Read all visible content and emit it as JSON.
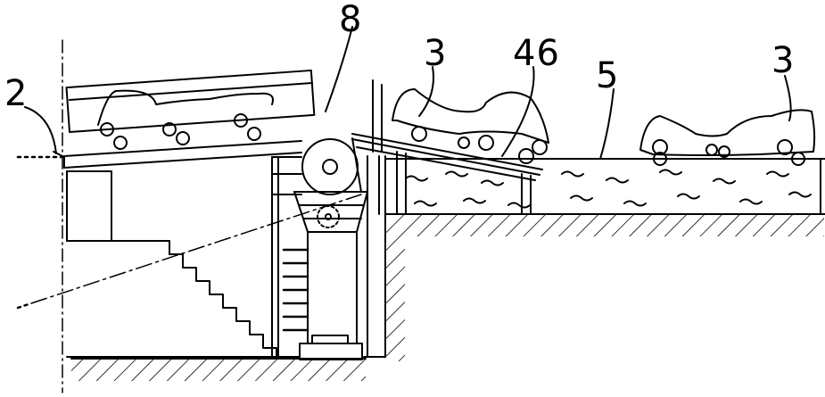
{
  "labels": {
    "structure": "2",
    "roller": "8",
    "boat_left": "3",
    "chute": "46",
    "water": "5",
    "boat_right": "3"
  }
}
